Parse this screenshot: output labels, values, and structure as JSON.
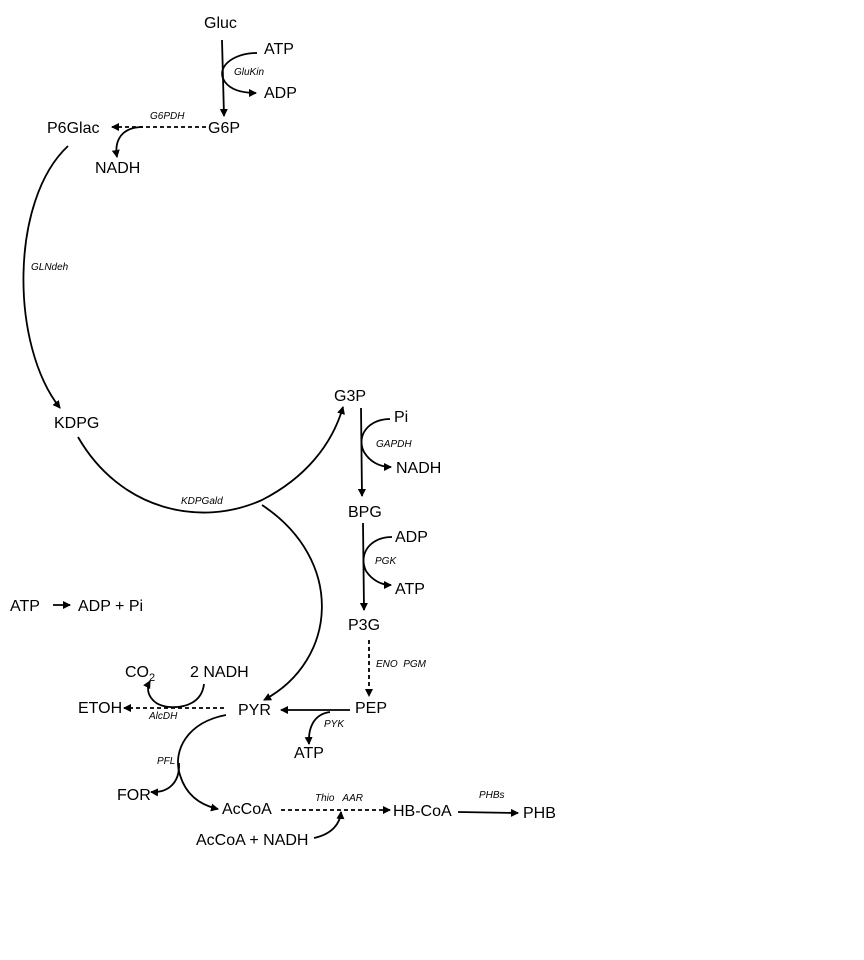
{
  "metabolites": {
    "gluc": "Gluc",
    "atp_1": "ATP",
    "adp_1": "ADP",
    "g6p": "G6P",
    "p6glac": "P6Glac",
    "nadh_1": "NADH",
    "kdpg": "KDPG",
    "g3p": "G3P",
    "pi": "Pi",
    "nadh_2": "NADH",
    "bpg": "BPG",
    "adp_2": "ADP",
    "atp_2": "ATP",
    "p3g": "P3G",
    "pep": "PEP",
    "atp_3": "ATP",
    "pyr": "PYR",
    "co2_base": "CO",
    "co2_sub": "2",
    "nadh_3": "2 NADH",
    "etoh": "ETOH",
    "for": "FOR",
    "accoa": "AcCoA",
    "accoa_nadh": "AcCoA + NADH",
    "hbcoa": "HB-CoA",
    "phb": "PHB"
  },
  "enzymes": {
    "glukin": "GluKin",
    "g6pdh": "G6PDH",
    "glndeh": "GLNdeh",
    "kdpgald": "KDPGald",
    "gapdh": "GAPDH",
    "pgk": "PGK",
    "eno_pgm": "ENO  PGM",
    "pyk": "PYK",
    "alcdh": "AlcDH",
    "pfl": "PFL",
    "thio_aar": "Thio   AAR",
    "phbs": "PHBs"
  },
  "atp_hydrolysis": {
    "left": "ATP",
    "right": "ADP + Pi"
  }
}
